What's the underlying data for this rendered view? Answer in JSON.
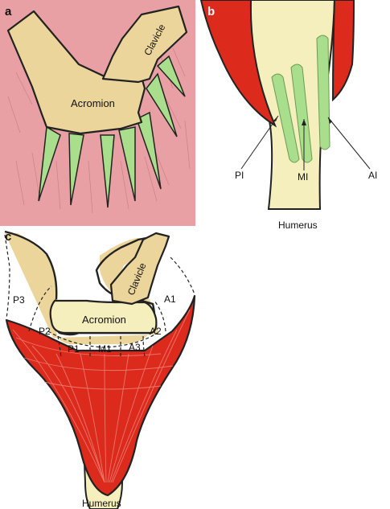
{
  "panels": {
    "a": {
      "letter": "a",
      "labels": {
        "acromion": "Acromion",
        "clavicle": "Clavicle"
      }
    },
    "b": {
      "letter": "b",
      "labels": {
        "pi": "PI",
        "mi": "MI",
        "ai": "AI",
        "humerus": "Humerus"
      }
    },
    "c": {
      "letter": "c",
      "labels": {
        "clavicle": "Clavicle",
        "acromion": "Acromion",
        "p1": "P1",
        "p2": "P2",
        "p3": "P3",
        "m1": "M1",
        "a1": "A1",
        "a2": "A2",
        "a3": "A3",
        "humerus": "Humerus"
      }
    }
  },
  "colors": {
    "skin_pink": "#e8a0a4",
    "bone_tan": "#ecd59a",
    "humerus_cream": "#f5efbd",
    "muscle_red": "#dc2a1c",
    "tendon_green": "#a9df8c"
  }
}
